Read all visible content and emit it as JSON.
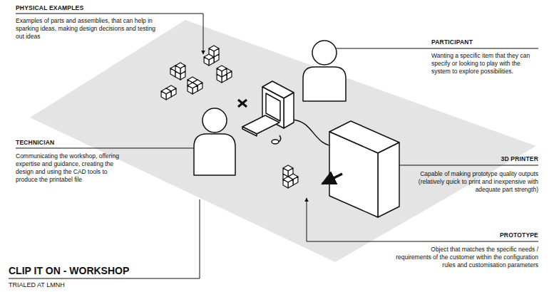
{
  "diagram": {
    "title": "CLIP IT ON - WORKSHOP",
    "caption": "TRIALED AT LMNH",
    "labels": [
      "PHYSICAL EXAMPLES",
      "Examples of parts and assemblies, that can help in sparking ideas, making design decisions and testing out ideas",
      "PARTICIPANT",
      "Wanting a specific item that they can specify or looking to play with the system to explore possibilities.",
      "TECHNICIAN",
      "Communicating the workshop, offering expertise and guidance, creating the design and using the CAD tools to produce the printabel file",
      "3D PRINTER",
      "Capable of making prototype quality outputs (relatively quick to print and inexpensive with adequate part strength)",
      "PROTOTYPE",
      "Object that matches the specific needs / requirements of the customer within the configuration rules and customisation parameters"
    ]
  }
}
